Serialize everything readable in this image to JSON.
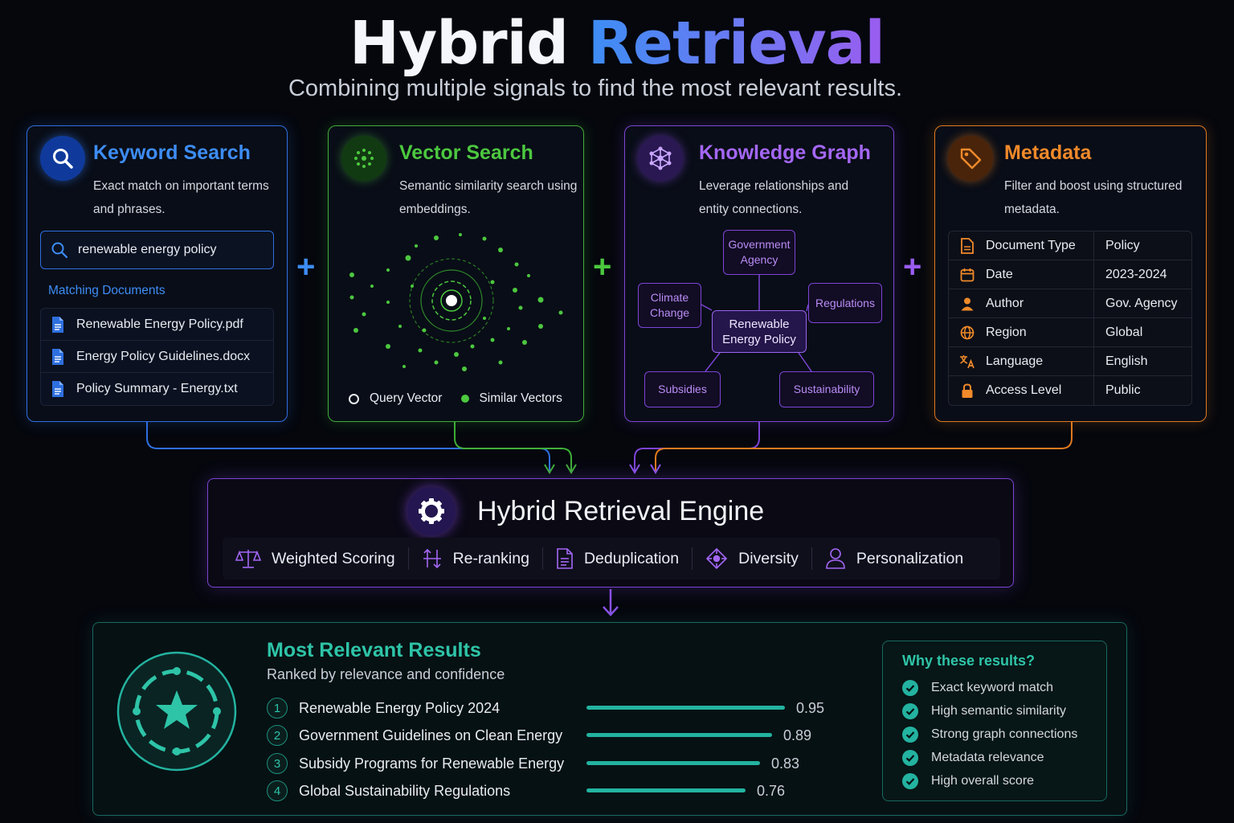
{
  "header": {
    "title_part1": "Hybrid",
    "title_part2": "Retrieval",
    "subtitle": "Combining multiple signals to find the most relevant results."
  },
  "keyword": {
    "title": "Keyword Search",
    "desc_line1": "Exact match on important terms",
    "desc_line2": "and phrases.",
    "query": "renewable energy policy",
    "matching_label": "Matching Documents",
    "documents": [
      "Renewable Energy Policy.pdf",
      "Energy Policy Guidelines.docx",
      "Policy Summary - Energy.txt"
    ],
    "accent": "#2e6fe0"
  },
  "vector": {
    "title": "Vector Search",
    "desc_line1": "Semantic similarity search using",
    "desc_line2": "embeddings.",
    "legend_query": "Query Vector",
    "legend_similar": "Similar Vectors",
    "accent": "#3fae37"
  },
  "graph": {
    "title": "Knowledge Graph",
    "desc_line1": "Leverage relationships and",
    "desc_line2": "entity connections.",
    "nodes": {
      "gov_line1": "Government",
      "gov_line2": "Agency",
      "climate_line1": "Climate",
      "climate_line2": "Change",
      "regulations": "Regulations",
      "center_line1": "Renewable",
      "center_line2": "Energy Policy",
      "subsidies": "Subsidies",
      "sustainability": "Sustainability"
    },
    "accent": "#7d44d6"
  },
  "metadata": {
    "title": "Metadata",
    "desc_line1": "Filter and boost using structured",
    "desc_line2": "metadata.",
    "rows": [
      {
        "key": "Document Type",
        "value": "Policy",
        "icon": "document-icon"
      },
      {
        "key": "Date",
        "value": "2023-2024",
        "icon": "calendar-icon"
      },
      {
        "key": "Author",
        "value": "Gov. Agency",
        "icon": "person-icon"
      },
      {
        "key": "Region",
        "value": "Global",
        "icon": "globe-icon"
      },
      {
        "key": "Language",
        "value": "English",
        "icon": "translate-icon"
      },
      {
        "key": "Access Level",
        "value": "Public",
        "icon": "lock-icon"
      }
    ],
    "accent": "#e07a1e"
  },
  "operators": {
    "plus": "+"
  },
  "engine": {
    "title": "Hybrid Retrieval Engine",
    "features": [
      "Weighted Scoring",
      "Re-ranking",
      "Deduplication",
      "Diversity",
      "Personalization"
    ]
  },
  "results": {
    "title": "Most Relevant Results",
    "subtitle": "Ranked by relevance and confidence",
    "items": [
      {
        "rank": "1",
        "name": "Renewable Energy Policy 2024",
        "score": 0.95
      },
      {
        "rank": "2",
        "name": "Government Guidelines on Clean Energy",
        "score": 0.89
      },
      {
        "rank": "3",
        "name": "Subsidy Programs for Renewable Energy",
        "score": 0.83
      },
      {
        "rank": "4",
        "name": "Global Sustainability Regulations",
        "score": 0.76
      }
    ],
    "why_title": "Why these results?",
    "why_items": [
      "Exact keyword match",
      "High semantic similarity",
      "Strong graph connections",
      "Metadata relevance",
      "High overall score"
    ],
    "accent": "#2ec4a8"
  }
}
